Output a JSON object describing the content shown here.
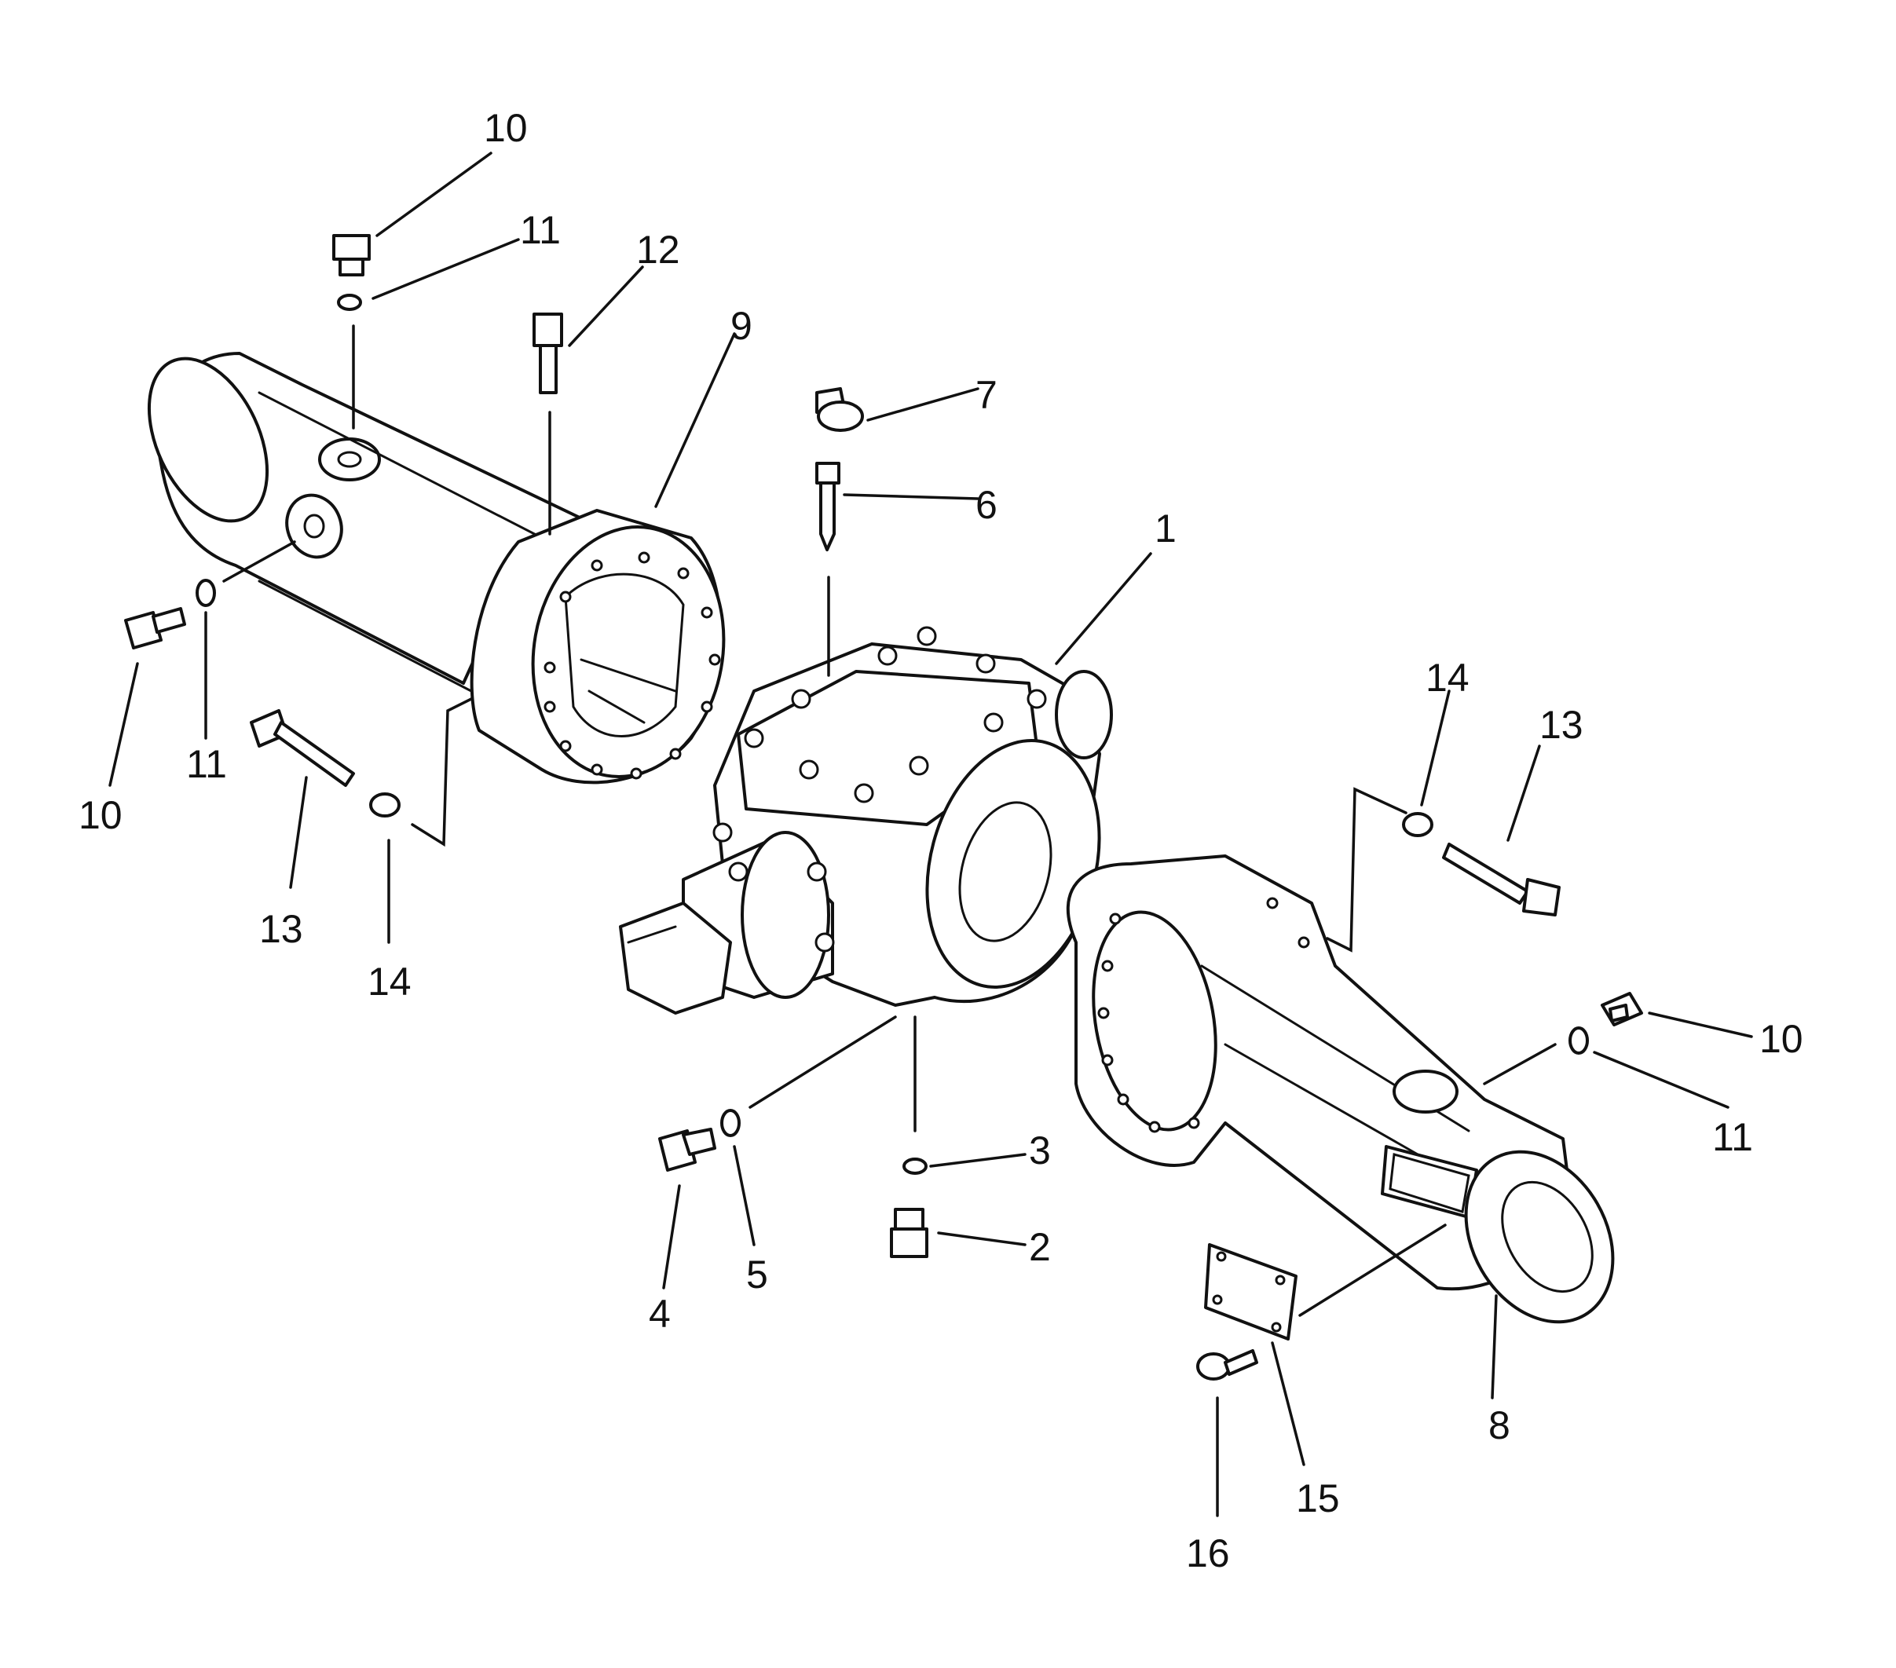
{
  "diagram": {
    "callouts": [
      {
        "id": "c10a",
        "text": "10"
      },
      {
        "id": "c11a",
        "text": "11"
      },
      {
        "id": "c12",
        "text": "12"
      },
      {
        "id": "c9",
        "text": "9"
      },
      {
        "id": "c7",
        "text": "7"
      },
      {
        "id": "c6",
        "text": "6"
      },
      {
        "id": "c1",
        "text": "1"
      },
      {
        "id": "c10b",
        "text": "10"
      },
      {
        "id": "c11b",
        "text": "11"
      },
      {
        "id": "c13a",
        "text": "13"
      },
      {
        "id": "c14a",
        "text": "14"
      },
      {
        "id": "c14b",
        "text": "14"
      },
      {
        "id": "c13b",
        "text": "13"
      },
      {
        "id": "c10c",
        "text": "10"
      },
      {
        "id": "c11c",
        "text": "11"
      },
      {
        "id": "c3",
        "text": "3"
      },
      {
        "id": "c2",
        "text": "2"
      },
      {
        "id": "c4",
        "text": "4"
      },
      {
        "id": "c5",
        "text": "5"
      },
      {
        "id": "c8",
        "text": "8"
      },
      {
        "id": "c15",
        "text": "15"
      },
      {
        "id": "c16",
        "text": "16"
      }
    ]
  }
}
